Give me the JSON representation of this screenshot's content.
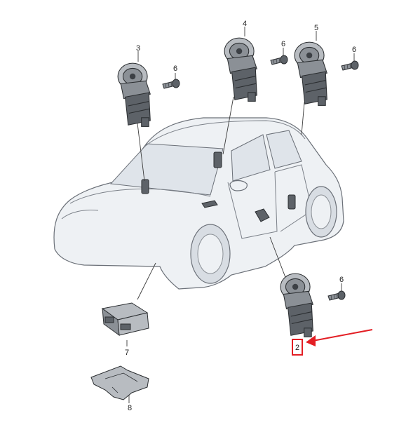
{
  "labels": {
    "motor_rear_left": "3",
    "motor_front_left": "4",
    "motor_front_right": "5",
    "motor_rear_right": "2",
    "bolt_rear_left": "6",
    "bolt_front_left": "6",
    "bolt_front_right": "6",
    "bolt_rear_right": "6",
    "control_unit": "7",
    "bracket": "8"
  },
  "colors": {
    "highlight": "#e31e24",
    "arrow": "#e31e24"
  }
}
